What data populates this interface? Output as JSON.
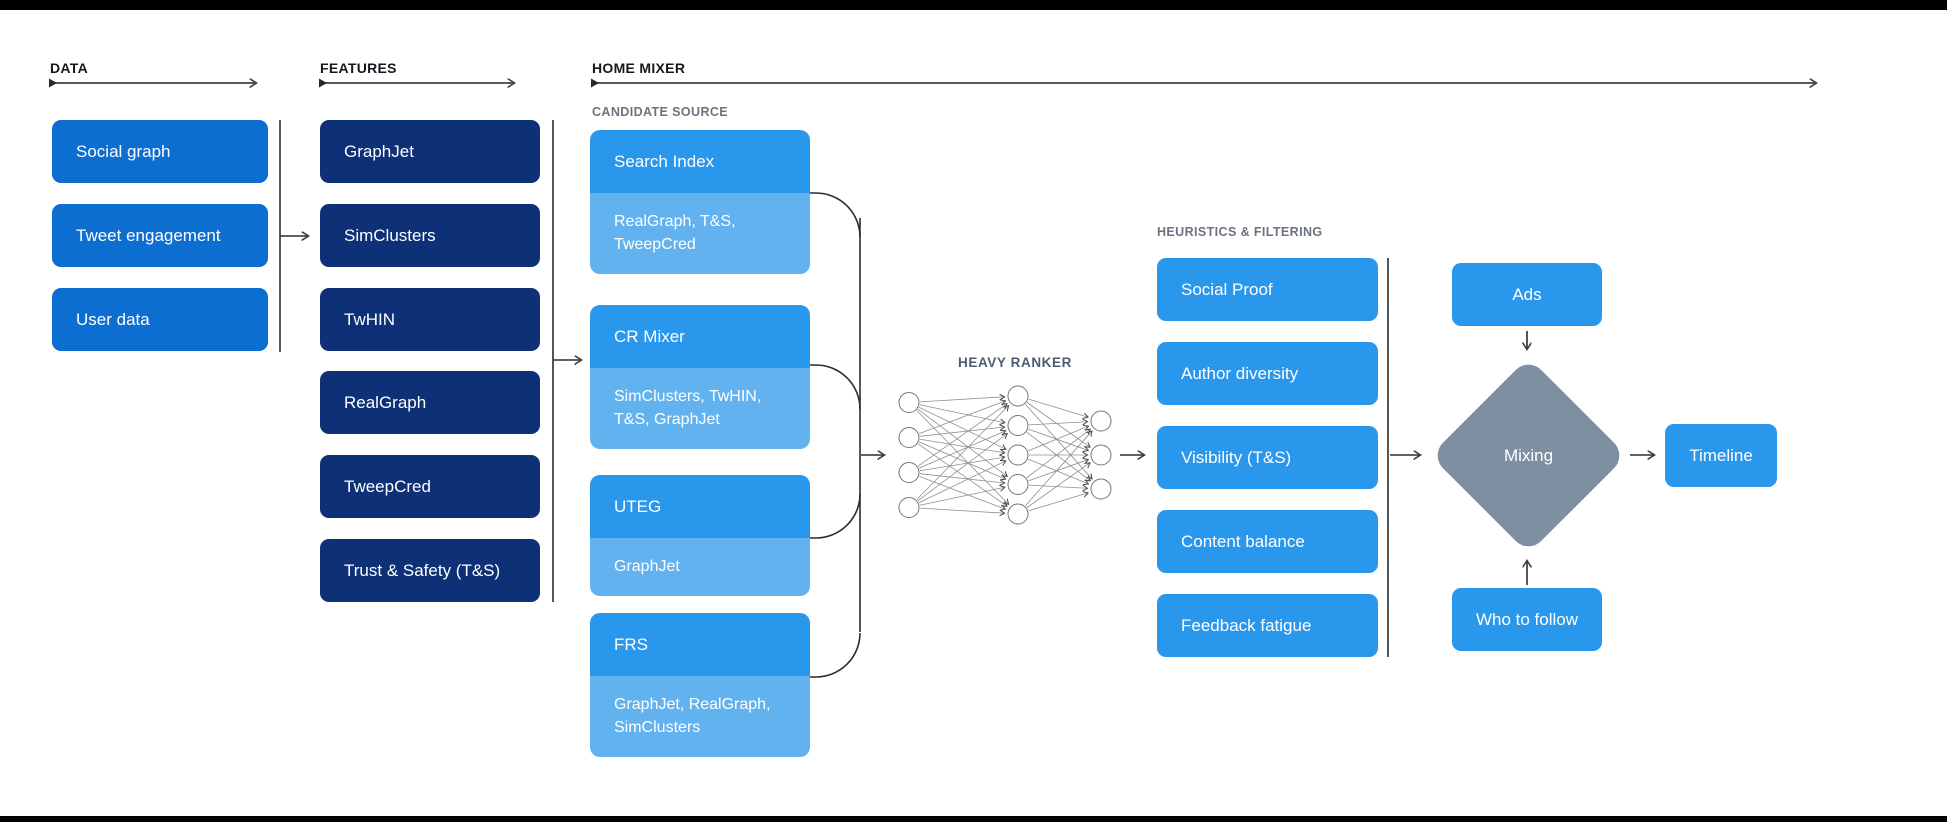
{
  "colors": {
    "data_box": "#0d6ed2",
    "features_box": "#0e3077",
    "primary_blue": "#2897ec",
    "light_blue": "#62b2ef",
    "diamond": "#7e8fa1",
    "wire_dark": "#2e3338",
    "wire_gray": "#55595e",
    "nn_edge": "#8a9096"
  },
  "sections": {
    "data": {
      "header": "DATA",
      "boxes": [
        "Social graph",
        "Tweet engagement",
        "User data"
      ]
    },
    "features": {
      "header": "FEATURES",
      "boxes": [
        "GraphJet",
        "SimClusters",
        "TwHIN",
        "RealGraph",
        "TweepCred",
        "Trust & Safety (T&S)"
      ]
    },
    "home_mixer": {
      "header": "HOME MIXER",
      "candidate_source": {
        "header": "CANDIDATE SOURCE",
        "groups": [
          {
            "title": "Search Index",
            "sources": "RealGraph, T&S, TweepCred"
          },
          {
            "title": "CR Mixer",
            "sources": "SimClusters, TwHIN, T&S, GraphJet"
          },
          {
            "title": "UTEG",
            "sources": "GraphJet"
          },
          {
            "title": "FRS",
            "sources": "GraphJet, RealGraph, SimClusters"
          }
        ]
      },
      "heavy_ranker": {
        "header": "HEAVY RANKER",
        "layers": [
          4,
          5,
          3
        ]
      },
      "heuristics": {
        "header": "HEURISTICS & FILTERING",
        "boxes": [
          "Social Proof",
          "Author diversity",
          "Visibility (T&S)",
          "Content balance",
          "Feedback fatigue"
        ]
      },
      "mixing": {
        "ads": "Ads",
        "mixing": "Mixing",
        "who_to_follow": "Who to follow",
        "timeline": "Timeline"
      }
    }
  }
}
